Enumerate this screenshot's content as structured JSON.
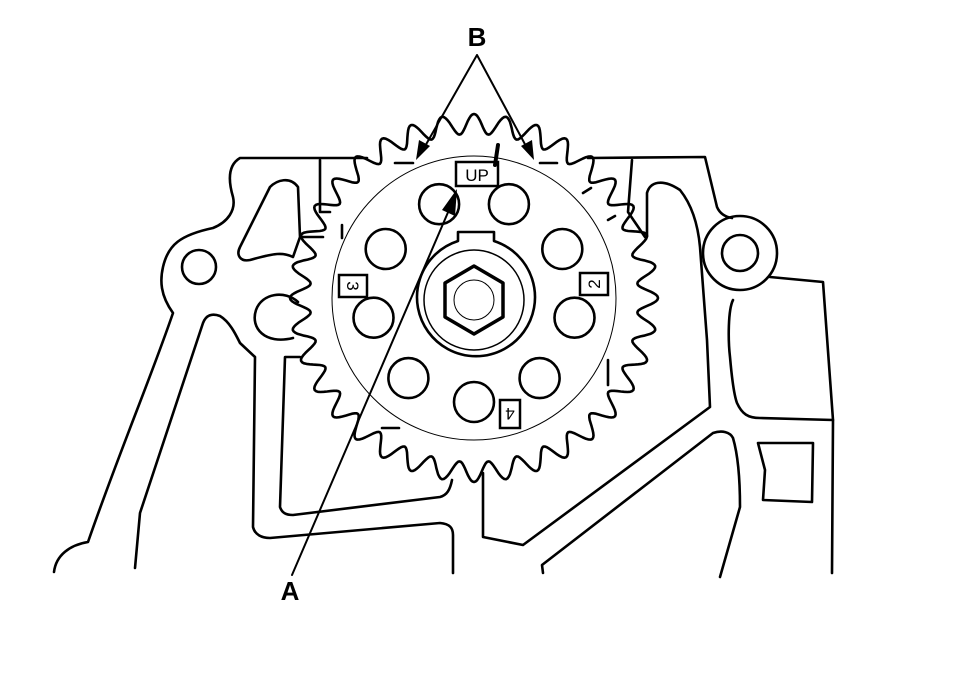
{
  "callouts": {
    "a": "A",
    "b": "B"
  },
  "gear_marks": {
    "up": "UP",
    "m2": "2",
    "m3": "3",
    "m4": "4"
  },
  "colors": {
    "line": "#000000",
    "background": "#ffffff"
  }
}
